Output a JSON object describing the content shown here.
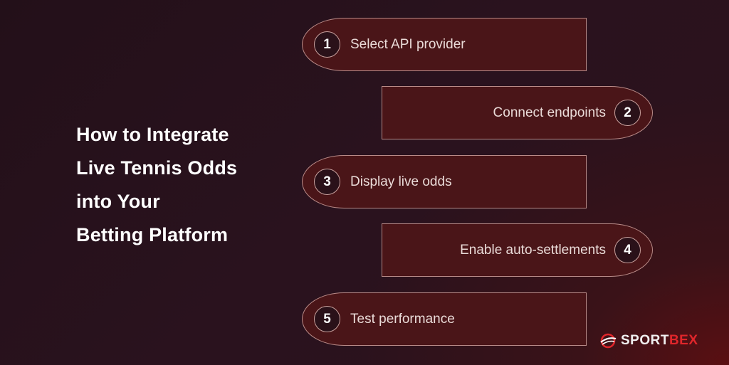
{
  "title": {
    "lines": [
      "How to Integrate",
      "Live Tennis Odds",
      "into Your",
      "Betting Platform"
    ]
  },
  "steps": [
    {
      "number": "1",
      "label": "Select API provider",
      "side": "left"
    },
    {
      "number": "2",
      "label": "Connect endpoints",
      "side": "right"
    },
    {
      "number": "3",
      "label": "Display live odds",
      "side": "left"
    },
    {
      "number": "4",
      "label": "Enable auto-settlements",
      "side": "right"
    },
    {
      "number": "5",
      "label": "Test performance",
      "side": "left"
    }
  ],
  "logo": {
    "part1": "SPORT",
    "part2": "BEX",
    "icon": "globe-swoosh-icon"
  },
  "colors": {
    "card_fill": "#4a1518",
    "card_border": "#b98b88",
    "brand_red": "#e0262b",
    "background": "#241019"
  }
}
